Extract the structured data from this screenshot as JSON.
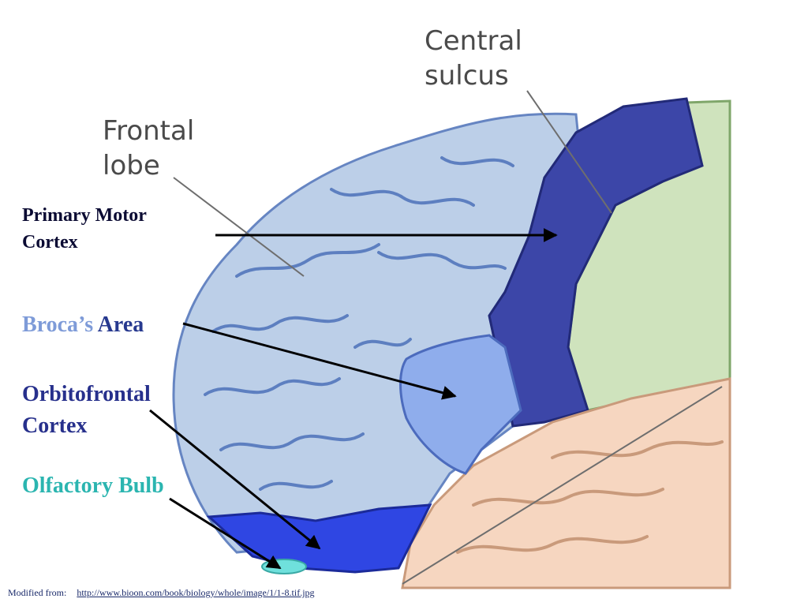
{
  "labels": {
    "central_sulcus_line1": "Central",
    "central_sulcus_line2": "sulcus",
    "frontal_lobe_line1": "Frontal",
    "frontal_lobe_line2": "lobe",
    "primary_motor_line1": "Primary Motor",
    "primary_motor_line2": "Cortex",
    "broca_part1": "Broca’s",
    "broca_part2": " Area",
    "orbitofrontal_line1": "Orbitofrontal",
    "orbitofrontal_line2": "Cortex",
    "olfactory_bulb": "Olfactory Bulb"
  },
  "credit": {
    "prefix": "Modified from:",
    "link": "http://www.bioon.com/book/biology/whole/image/1/1-8.tif.jpg"
  },
  "colors": {
    "frontal_lobe": "#bccfe8",
    "frontal_sulci": "#5d7fc0",
    "primary_motor_cortex": "#3c46a8",
    "brocas_area": "#8fadec",
    "orbitofrontal_cortex": "#2f46e3",
    "olfactory_bulb": "#6fe0dc",
    "parietal_lobe": "#cfe3bd",
    "temporal_lobe": "#f6d6c0"
  }
}
